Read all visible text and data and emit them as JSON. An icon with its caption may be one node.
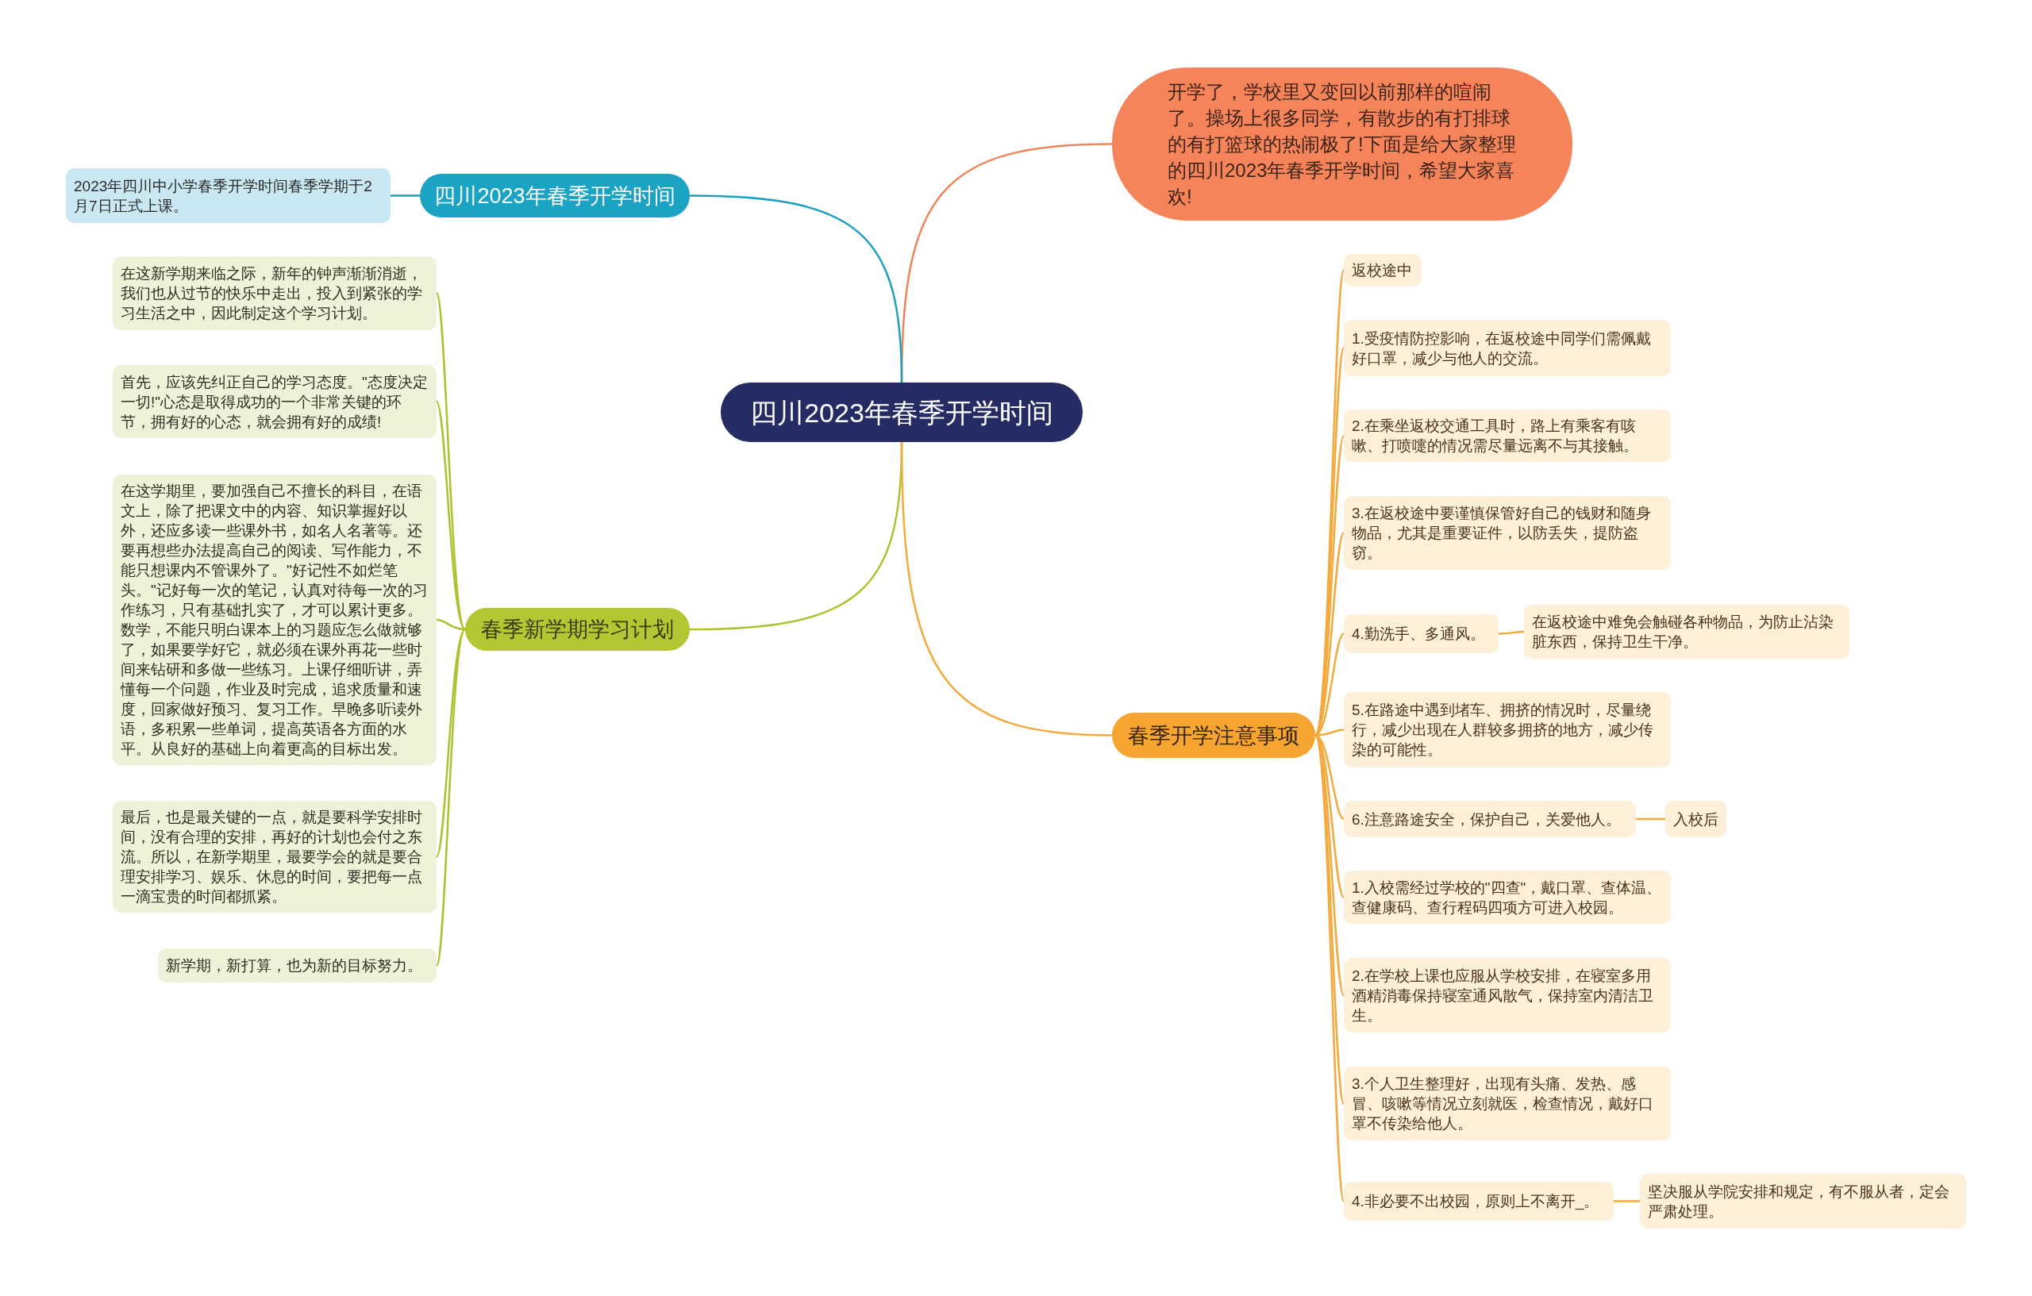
{
  "diagram": {
    "nodes": [
      {
        "text": [
          "四川2023年春季开学时间"
        ]
      },
      {
        "text": [
          "开学了，学校里又变回以前那样的喧闹了。操场上很多同学，有散步的有打排球的有打篮球的热闹极了!下面是给大家整理的四川2023年春季开学时间，希望大家喜欢!"
        ]
      },
      {
        "text": [
          "四川2023年春季开学时间"
        ]
      },
      {
        "text": [
          "2023年四川中小学春季开学时间春季学期于2月7日正式上课。"
        ]
      },
      {
        "text": [
          "春季新学期学习计划"
        ]
      },
      {
        "text": [
          "在这新学期来临之际，新年的钟声渐渐消逝，我们也从过节的快乐中走出，投入到紧张的学习生活之中，因此制定这个学习计划。"
        ]
      },
      {
        "text": [
          "首先，应该先纠正自己的学习态度。\"态度决定一切!\"心态是取得成功的一个非常关键的环节，拥有好的心态，就会拥有好的成绩!"
        ]
      },
      {
        "text": [
          "在这学期里，要加强自己不擅长的科目，在语文上，除了把课文中的内容、知识掌握好以外，还应多读一些课外书，如名人名著等。还要再想些办法提高自己的阅读、写作能力，不能只想课内不管课外了。\"好记性不如烂笔头。\"记好每一次的笔记，认真对待每一次的习作练习，只有基础扎实了，才可以累计更多。数学，不能只明白课本上的习题应怎么做就够了，如果要学好它，就必须在课外再花一些时间来钻研和多做一些练习。上课仔细听讲，弄懂每一个问题，作业及时完成，追求质量和速度，回家做好预习、复习工作。早晚多听读外语，多积累一些单词，提高英语各方面的水平。从良好的基础上向着更高的目标出发。"
        ]
      },
      {
        "text": [
          "最后，也是最关键的一点，就是要科学安排时间，没有合理的安排，再好的计划也会付之东流。所以，在新学期里，最要学会的就是要合理安排学习、娱乐、休息的时间，要把每一点一滴宝贵的时间都抓紧。"
        ]
      },
      {
        "text": [
          "新学期，新打算，也为新的目标努力。"
        ]
      },
      {
        "text": [
          "春季开学注意事项"
        ]
      },
      {
        "text": [
          "返校途中"
        ]
      },
      {
        "text": [
          "1.受疫情防控影响，在返校途中同学们需佩戴好口罩，减少与他人的交流。"
        ]
      },
      {
        "text": [
          "2.在乘坐返校交通工具时，路上有乘客有咳嗽、打喷嚏的情况需尽量远离不与其接触。"
        ]
      },
      {
        "text": [
          "3.在返校途中要谨慎保管好自己的钱财和随身物品，尤其是重要证件，以防丢失，提防盗窃。"
        ]
      },
      {
        "text": [
          "4.勤洗手、多通风。"
        ]
      },
      {
        "text": [
          "在返校途中难免会触碰各种物品，为防止沾染脏东西，保持卫生干净。"
        ]
      },
      {
        "text": [
          "5.在路途中遇到堵车、拥挤的情况时，尽量绕行，减少出现在人群较多拥挤的地方，减少传染的可能性。"
        ]
      },
      {
        "text": [
          "6.注意路途安全，保护自己，关爱他人。"
        ]
      },
      {
        "text": [
          "入校后"
        ]
      },
      {
        "text": [
          "1.入校需经过学校的\"四查\"，戴口罩、查体温、查健康码、查行程码四项方可进入校园。"
        ]
      },
      {
        "text": [
          "2.在学校上课也应服从学校安排，在寝室多用酒精消毒保持寝室通风散气，保持室内清洁卫生。"
        ]
      },
      {
        "text": [
          "3.个人卫生整理好，出现有头痛、发热、感冒、咳嗽等情况立刻就医，检查情况，戴好口罩不传染给他人。"
        ]
      },
      {
        "text": [
          "4.非必要不出校园，原则上不离开_。"
        ]
      },
      {
        "text": [
          "坚决服从学院安排和规定，有不服从者，定会严肃处理。"
        ]
      }
    ],
    "edges": [
      {
        "from": 0,
        "to": 1,
        "arrow": "none",
        "color": "#f0845a"
      },
      {
        "from": 0,
        "to": 2,
        "arrow": "none",
        "color": "#1a9fc0"
      },
      {
        "from": 2,
        "to": 3,
        "arrow": "none",
        "color": "#1a9fc0"
      },
      {
        "from": 0,
        "to": 4,
        "arrow": "none",
        "color": "#aec22f"
      },
      {
        "from": 4,
        "to": 5,
        "arrow": "none",
        "color": "#aec22f"
      },
      {
        "from": 4,
        "to": 6,
        "arrow": "none",
        "color": "#aec22f"
      },
      {
        "from": 4,
        "to": 7,
        "arrow": "none",
        "color": "#aec22f"
      },
      {
        "from": 4,
        "to": 8,
        "arrow": "none",
        "color": "#aec22f"
      },
      {
        "from": 4,
        "to": 9,
        "arrow": "none",
        "color": "#aec22f"
      },
      {
        "from": 0,
        "to": 10,
        "arrow": "none"
      },
      {
        "from": 10,
        "to": 11,
        "arrow": "none"
      },
      {
        "from": 10,
        "to": 12,
        "arrow": "none"
      },
      {
        "from": 10,
        "to": 13,
        "arrow": "none"
      },
      {
        "from": 10,
        "to": 14,
        "arrow": "none"
      },
      {
        "from": 10,
        "to": 15,
        "arrow": "none"
      },
      {
        "from": 15,
        "to": 16,
        "arrow": "none"
      },
      {
        "from": 10,
        "to": 17,
        "arrow": "none"
      },
      {
        "from": 10,
        "to": 18,
        "arrow": "none"
      },
      {
        "from": 18,
        "to": 19,
        "arrow": "none"
      },
      {
        "from": 10,
        "to": 20,
        "arrow": "none"
      },
      {
        "from": 10,
        "to": 21,
        "arrow": "none"
      },
      {
        "from": 10,
        "to": 22,
        "arrow": "none"
      },
      {
        "from": 10,
        "to": 23,
        "arrow": "none"
      },
      {
        "from": 23,
        "to": 24,
        "arrow": "none"
      }
    ]
  }
}
